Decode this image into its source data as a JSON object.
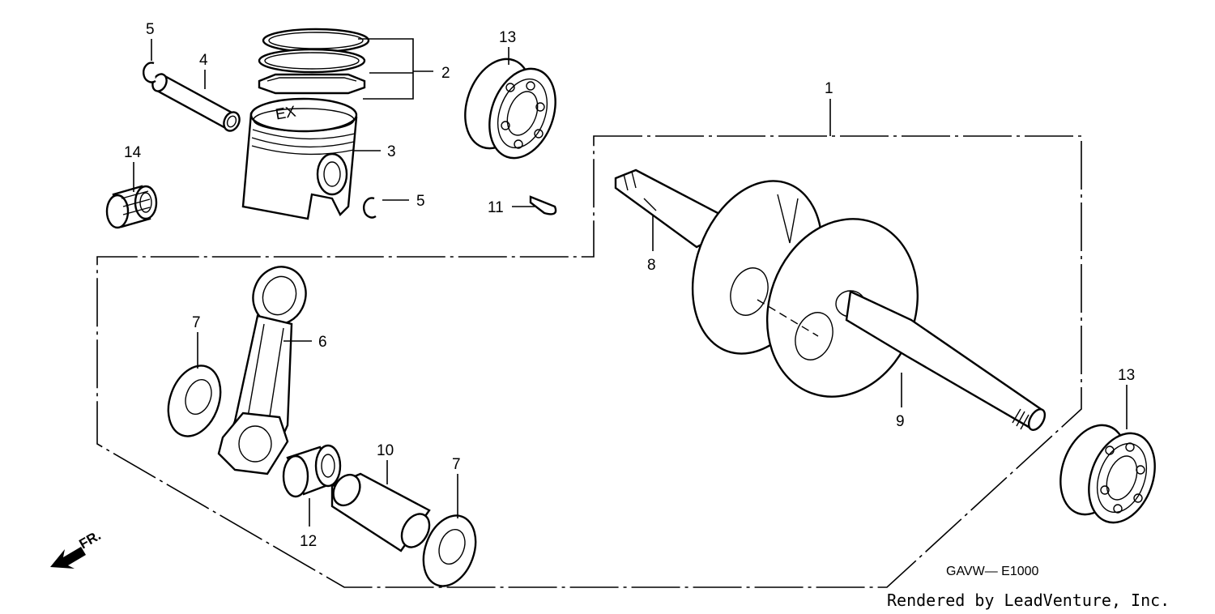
{
  "diagram": {
    "callouts": [
      {
        "id": "1",
        "text": "1"
      },
      {
        "id": "2",
        "text": "2"
      },
      {
        "id": "3",
        "text": "3"
      },
      {
        "id": "4",
        "text": "4"
      },
      {
        "id": "5a",
        "text": "5"
      },
      {
        "id": "5b",
        "text": "5"
      },
      {
        "id": "6",
        "text": "6"
      },
      {
        "id": "7a",
        "text": "7"
      },
      {
        "id": "7b",
        "text": "7"
      },
      {
        "id": "8",
        "text": "8"
      },
      {
        "id": "9",
        "text": "9"
      },
      {
        "id": "10",
        "text": "10"
      },
      {
        "id": "11",
        "text": "11"
      },
      {
        "id": "12",
        "text": "12"
      },
      {
        "id": "13a",
        "text": "13"
      },
      {
        "id": "13b",
        "text": "13"
      },
      {
        "id": "14",
        "text": "14"
      }
    ],
    "piston_mark": "EX",
    "front_indicator": "FR.",
    "diagram_code": "GAVW— E1000",
    "credit": "Rendered by LeadVenture, Inc."
  }
}
